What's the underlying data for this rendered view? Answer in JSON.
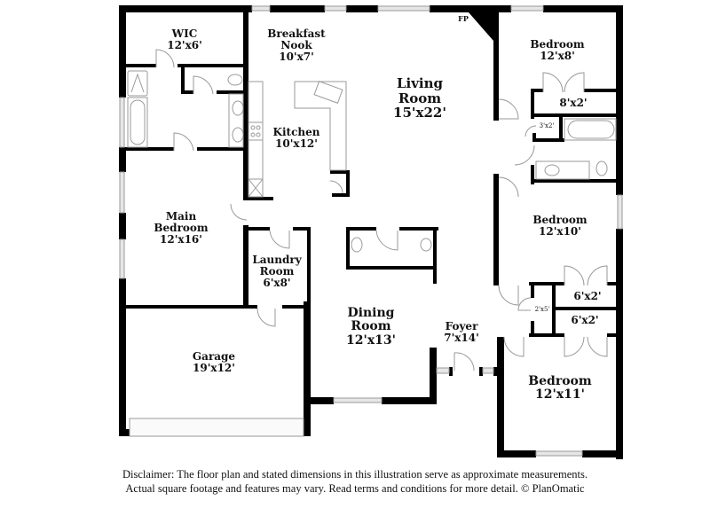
{
  "floorplan": {
    "rooms": [
      {
        "id": "wic",
        "name": "WIC",
        "dims": "12'x6'"
      },
      {
        "id": "breakfast-nook",
        "name": "Breakfast Nook",
        "name_lines": [
          "Breakfast",
          "Nook"
        ],
        "dims": "10'x7'"
      },
      {
        "id": "living-room",
        "name": "Living Room",
        "name_lines": [
          "Living",
          "Room"
        ],
        "dims": "15'x22'"
      },
      {
        "id": "bedroom-1",
        "name": "Bedroom",
        "dims": "12'x8'"
      },
      {
        "id": "closet-8x2",
        "name": "",
        "dims": "8'x2'"
      },
      {
        "id": "closet-3x2",
        "name": "",
        "dims": "3'x2'"
      },
      {
        "id": "kitchen",
        "name": "Kitchen",
        "dims": "10'x12'"
      },
      {
        "id": "main-bedroom",
        "name": "Main Bedroom",
        "name_lines": [
          "Main",
          "Bedroom"
        ],
        "dims": "12'x16'"
      },
      {
        "id": "laundry-room",
        "name": "Laundry Room",
        "name_lines": [
          "Laundry",
          "Room"
        ],
        "dims": "6'x8'"
      },
      {
        "id": "bedroom-2",
        "name": "Bedroom",
        "dims": "12'x10'"
      },
      {
        "id": "closet-6x2-a",
        "name": "",
        "dims": "6'x2'"
      },
      {
        "id": "closet-2x5",
        "name": "",
        "dims": "2'x5'"
      },
      {
        "id": "closet-6x2-b",
        "name": "",
        "dims": "6'x2'"
      },
      {
        "id": "dining-room",
        "name": "Dining Room",
        "name_lines": [
          "Dining",
          "Room"
        ],
        "dims": "12'x13'"
      },
      {
        "id": "foyer",
        "name": "Foyer",
        "dims": "7'x14'"
      },
      {
        "id": "garage",
        "name": "Garage",
        "dims": "19'x12'"
      },
      {
        "id": "bedroom-3",
        "name": "Bedroom",
        "dims": "12'x11'"
      }
    ],
    "annotations": {
      "fireplace": "FP"
    }
  },
  "disclaimer": {
    "line1": "Disclaimer: The floor plan and stated dimensions in this illustration serve as approximate measurements.",
    "line2": "Actual square footage and features may vary. Read terms and conditions for more detail. © PlanOmatic"
  }
}
